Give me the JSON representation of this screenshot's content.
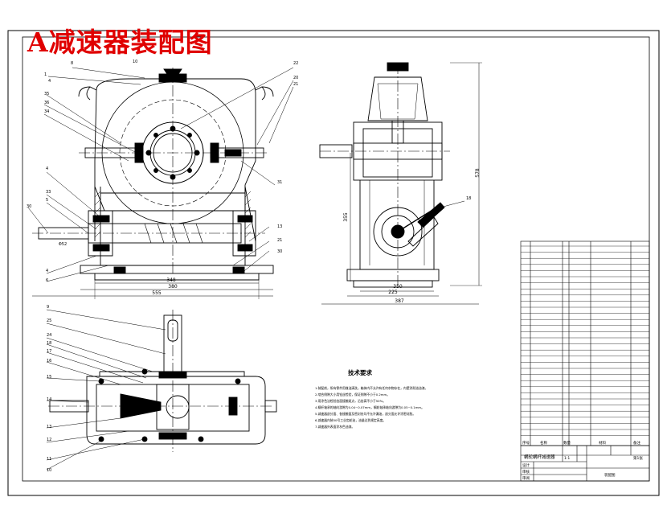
{
  "title": "A减速器装配图",
  "dims": {
    "front_base": "380",
    "front_overall": "555",
    "front_bolt": "348",
    "shaft_od": "Φ52",
    "side_height": "578",
    "side_sub": "355",
    "side_mid": "350",
    "side_base": "225",
    "side_overall": "387"
  },
  "notes": {
    "heading": "技术要求",
    "lines": [
      "1.装配前，所有零件用煤油清洗，箱体内不允许有任何杂物存在，内壁涂耐油油漆。",
      "2.啮合侧隙大小用铅丝检验，保证侧隙不小于0.2mm。",
      "3.用涂色法检验齿面接触斑点，沿齿高不小于50%。",
      "4.蜗杆轴承的轴向游隙为0.04~0.07mm，蜗轮轴承轴向游隙为0.05~0.1mm。",
      "5.减速器剖分面、各接触面及密封处均不允许漏油，剖分面允许涂密封胶。",
      "6.减速器内装50号工业齿轮油，油量达到规定高度。",
      "7.减速器外表面涂灰色油漆。"
    ]
  },
  "title_block": {
    "name": "蜗轮蜗杆减速器",
    "scale": "1:1",
    "sheet": "第1张",
    "material": "装配图",
    "drawer_label": "设计",
    "check_label": "审核",
    "approve_label": "审阅",
    "header": [
      "序号",
      "名称",
      "数量",
      "材料",
      "备注"
    ]
  }
}
